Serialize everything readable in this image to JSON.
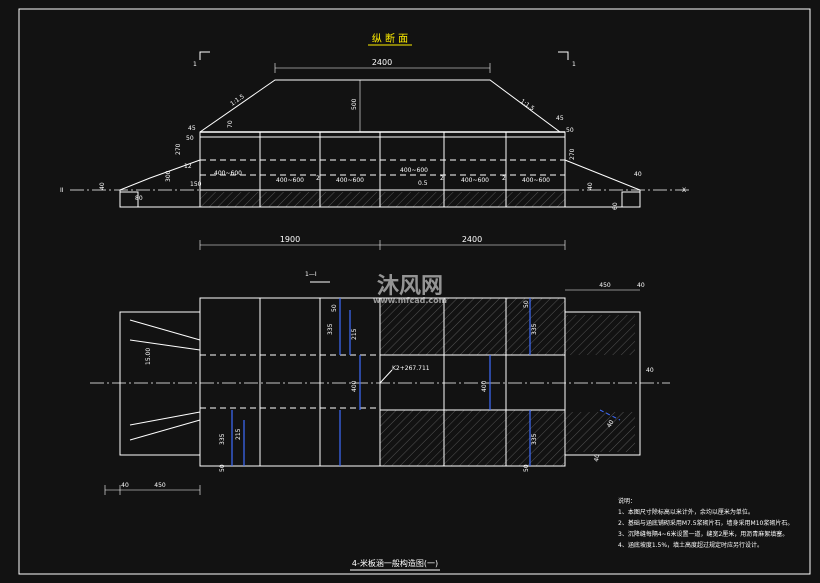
{
  "drawing": {
    "title_top": "纵 断 面",
    "title_bottom": "4-米板涵一般构造图(一)",
    "section_mark": "1",
    "section_mark_plan": "1—I",
    "watermark": "沐风网",
    "watermark_url": "www.mfcad.com",
    "station": "K2+267.711"
  },
  "profile_dims": {
    "top_width": "2400",
    "fill_height": "500",
    "slope_left": "1:1.5",
    "slope_right": "1:1.5",
    "d45_left": "45",
    "d50_left": "50",
    "d70": "70",
    "d270_left": "270",
    "d12": "12",
    "d300": "300",
    "d150": "150",
    "d80": "80",
    "d40_left": "40",
    "d45_right": "45",
    "d50_right": "50",
    "d270_right": "270",
    "d40_right": "40",
    "d60": "60",
    "d40_right2": "40",
    "span_labels": [
      "400~600",
      "400~600",
      "400~600",
      "400~600",
      "400~600",
      "400~600"
    ],
    "gap_2": "2",
    "slope_small": "0.5",
    "bottom_left": "1900",
    "bottom_right": "2400",
    "axis_left": "II",
    "axis_right": "X"
  },
  "plan_dims": {
    "top_right": "450",
    "top_right_small": "40",
    "d50": "50",
    "d335_top": "335",
    "d215_top": "215",
    "d400": "400",
    "d335_bot": "335",
    "d215_bot": "215",
    "d50_bot": "50",
    "angle": "15.00",
    "right_335": "335",
    "right_400": "400",
    "right_335b": "335",
    "right_40": "40",
    "right_40b": "40",
    "right_40c": "40",
    "bottom_left_40": "40",
    "bottom_left_450": "450",
    "d50_right_top": "50",
    "d50_right_bot": "50"
  },
  "notes": {
    "heading": "说明：",
    "items": [
      "1、本图尺寸除标高以米计外，余均以厘米为单位。",
      "2、基础与涵底铺砌采用M7.5浆砌片石，墙身采用M10浆砌片石。",
      "3、沉降缝每隔4~6米设置一道，缝宽2厘米，用沥青麻絮填塞。",
      "4、涵底坡度1.5%，填土高度超过规定时应另行设计。"
    ]
  }
}
